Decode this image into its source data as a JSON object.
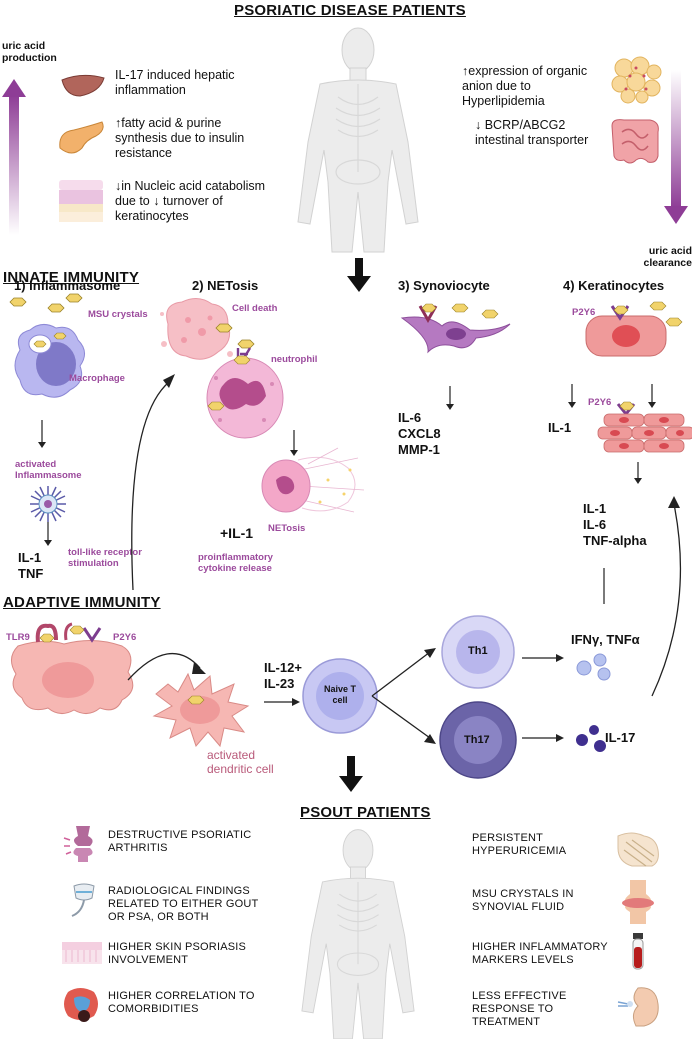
{
  "titles": {
    "top": "PSORIATIC DISEASE PATIENTS",
    "innate": "INNATE IMMUNITY",
    "adaptive": "ADAPTIVE IMMUNITY",
    "bottom": "PSOUT PATIENTS"
  },
  "top_left": {
    "arrow_label": "uric acid production",
    "items": [
      "IL-17 induced hepatic inflammation",
      "↑fatty acid & purine synthesis due to insulin resistance",
      "↓in Nucleic acid catabolism due to ↓ turnover of keratinocytes"
    ]
  },
  "top_right": {
    "arrow_label": "uric acid clearance",
    "items": [
      "↑expression of organic anion due to Hyperlipidemia",
      "↓ BCRP/ABCG2 intestinal transporter"
    ]
  },
  "innate": {
    "inflammasome": {
      "title": "1) Inflammasome",
      "msu": "MSU crystals",
      "macrophage": "Macrophage",
      "activated": "activated Inflammasome",
      "outputs": [
        "IL-1",
        "TNF"
      ],
      "tlr": "toll-like receptor stimulation"
    },
    "netosis": {
      "title": "2) NETosis",
      "cell_death": "Cell death",
      "neutrophil": "neutrophil",
      "netosis": "NETosis",
      "il1": "+IL-1",
      "release": "proinflammatory cytokine release"
    },
    "synoviocyte": {
      "title": "3) Synoviocyte",
      "outputs": [
        "IL-6",
        "CXCL8",
        "MMP-1"
      ]
    },
    "keratinocytes": {
      "title": "4) Keratinocytes",
      "receptor1": "P2Y6",
      "receptor2": "P2Y6",
      "il1": "IL-1",
      "outputs": [
        "IL-1",
        "IL-6",
        "TNF-alpha"
      ]
    }
  },
  "adaptive": {
    "tlr9": "TLR9",
    "p2y6": "P2Y6",
    "activated_dc": "activated dendritic cell",
    "cytokines": [
      "IL-12+",
      "IL-23"
    ],
    "naive": "Naive T cell",
    "th1": "Th1",
    "th17": "Th17",
    "th1_out": "IFNγ, TNFα",
    "th17_out": "IL-17"
  },
  "psout": {
    "left": [
      "DESTRUCTIVE PSORIATIC ARTHRITIS",
      "RADIOLOGICAL FINDINGS RELATED TO EITHER GOUT OR PSA, OR BOTH",
      "HIGHER SKIN PSORIASIS INVOLVEMENT",
      "HIGHER CORRELATION TO COMORBIDITIES"
    ],
    "right": [
      "PERSISTENT HYPERURICEMIA",
      "MSU CRYSTALS IN SYNOVIAL FLUID",
      "HIGHER INFLAMMATORY MARKERS LEVELS",
      "LESS EFFECTIVE RESPONSE TO TREATMENT"
    ]
  },
  "colors": {
    "arrow_purple": "#8e3d96",
    "label_purple": "#9b4a9c",
    "crystal": "#f1d36b",
    "macrophage": "#b9b7f0",
    "keratinocyte": "#ef9a9a",
    "dendritic": "#f6b7b3",
    "naive": "#c8c8f3",
    "th17": "#6b64a8"
  }
}
